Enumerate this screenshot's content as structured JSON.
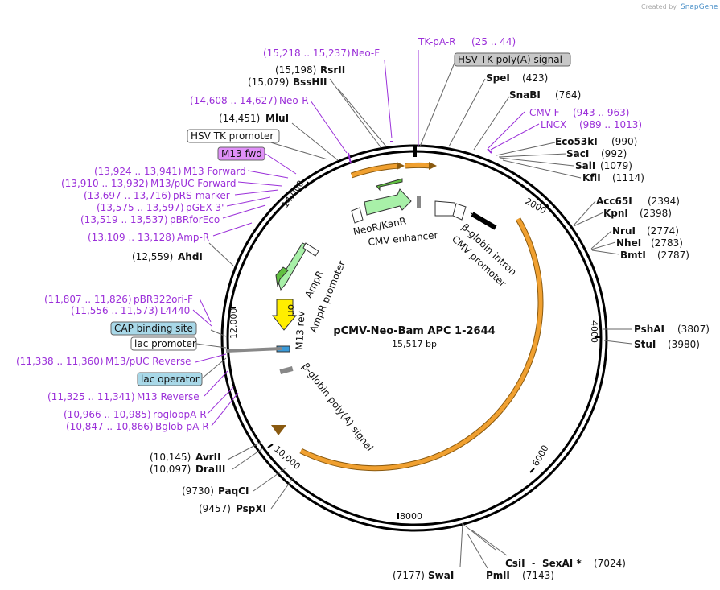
{
  "header": {
    "created_by": "Created by",
    "brand": "SnapGene"
  },
  "plasmid": {
    "name": "pCMV-Neo-Bam APC 1-2644",
    "length": "15,517 bp"
  },
  "ticks": [
    "2000",
    "4000",
    "6000",
    "8000",
    "10,000",
    "12,000",
    "14,000"
  ],
  "sites": {
    "rsrII": {
      "name": "RsrII",
      "pos": "(15,198)"
    },
    "bsshII": {
      "name": "BssHII",
      "pos": "(15,079)"
    },
    "mluI": {
      "name": "MluI",
      "pos": "(14,451)"
    },
    "ahdI": {
      "name": "AhdI",
      "pos": "(12,559)"
    },
    "avrII": {
      "name": "AvrII",
      "pos": "(10,145)"
    },
    "draIII": {
      "name": "DraIII",
      "pos": "(10,097)"
    },
    "paqCI": {
      "name": "PaqCI",
      "pos": "(9730)"
    },
    "pspXI": {
      "name": "PspXI",
      "pos": "(9457)"
    },
    "speI": {
      "name": "SpeI",
      "pos": "(423)"
    },
    "snaBI": {
      "name": "SnaBI",
      "pos": "(764)"
    },
    "eco53kI": {
      "name": "Eco53kI",
      "pos": "(990)"
    },
    "sacI": {
      "name": "SacI",
      "pos": "(992)"
    },
    "salI": {
      "name": "SalI",
      "pos": "(1079)"
    },
    "kflI": {
      "name": "KflI",
      "pos": "(1114)"
    },
    "acc65I": {
      "name": "Acc65I",
      "pos": "(2394)"
    },
    "kpnI": {
      "name": "KpnI",
      "pos": "(2398)"
    },
    "nruI": {
      "name": "NruI",
      "pos": "(2774)"
    },
    "nheI": {
      "name": "NheI",
      "pos": "(2783)"
    },
    "bmtI": {
      "name": "BmtI",
      "pos": "(2787)"
    },
    "pshAI": {
      "name": "PshAI",
      "pos": "(3807)"
    },
    "stuI": {
      "name": "StuI",
      "pos": "(3980)"
    },
    "csiI": {
      "name": "CsiI",
      "sep": "-"
    },
    "sexAI": {
      "name": "SexAI *",
      "pos": "(7024)"
    },
    "pmlI": {
      "name": "PmlI",
      "pos": "(7143)"
    },
    "swaI": {
      "name": "SwaI",
      "pos": "(7177)"
    }
  },
  "primers": {
    "neoF": {
      "range": "(15,218 .. 15,237)",
      "name": "Neo-F"
    },
    "neoR": {
      "range": "(14,608 .. 14,627)",
      "name": "Neo-R"
    },
    "m13fwd": {
      "name": "M13 fwd"
    },
    "m13forward": {
      "range": "(13,924 .. 13,941)",
      "name": "M13 Forward"
    },
    "m13pucfwd": {
      "range": "(13,910 .. 13,932)",
      "name": "M13/pUC Forward"
    },
    "prsmarker": {
      "range": "(13,697 .. 13,716)",
      "name": "pRS-marker"
    },
    "pgex3": {
      "range": "(13,575 .. 13,597)",
      "name": "pGEX 3'"
    },
    "pbrforeco": {
      "range": "(13,519 .. 13,537)",
      "name": "pBRforEco"
    },
    "ampR": {
      "range": "(13,109 .. 13,128)",
      "name": "Amp-R"
    },
    "pbr322": {
      "range": "(11,807 .. 11,826)",
      "name": "pBR322ori-F"
    },
    "l4440": {
      "range": "(11,556 .. 11,573)",
      "name": "L4440"
    },
    "m13pucrev": {
      "range": "(11,338 .. 11,360)",
      "name": "M13/pUC Reverse"
    },
    "m13reverse": {
      "range": "(11,325 .. 11,341)",
      "name": "M13 Reverse"
    },
    "rbglobpa": {
      "range": "(10,966 .. 10,985)",
      "name": "rbglobpA-R"
    },
    "bglobpa": {
      "range": "(10,847 .. 10,866)",
      "name": "Bglob-pA-R"
    },
    "tkpaR": {
      "name": "TK-pA-R",
      "range": "(25 .. 44)"
    },
    "cmvF": {
      "name": "CMV-F",
      "range": "(943 .. 963)"
    },
    "lncx": {
      "name": "LNCX",
      "range": "(989 .. 1013)"
    }
  },
  "features": {
    "hsvTkPolyA": "HSV TK poly(A) signal",
    "hsvTkPromoter": "HSV TK promoter",
    "capSite": "CAP binding site",
    "lacPromoter": "lac promoter",
    "lacOperator": "lac operator",
    "neoR": "NeoR/KanR",
    "cmvEnhancer": "CMV enhancer",
    "bglobinIntron": "β-globin intron",
    "cmvPromoter": "CMV promoter",
    "ampR": "AmpR",
    "ampRPromoter": "AmpR promoter",
    "ori": "ori",
    "m13rev": "M13 rev",
    "bglobinPolyA": "β-globin poly(A) signal"
  },
  "colors": {
    "purple": "#9b30d9",
    "orange": "#f0a030",
    "green": "#80e060",
    "gray_box": "#c8c8c8",
    "blue_box": "#a8d8e8",
    "purple_box": "#e090f8",
    "ori_yellow": "#ffee00"
  }
}
